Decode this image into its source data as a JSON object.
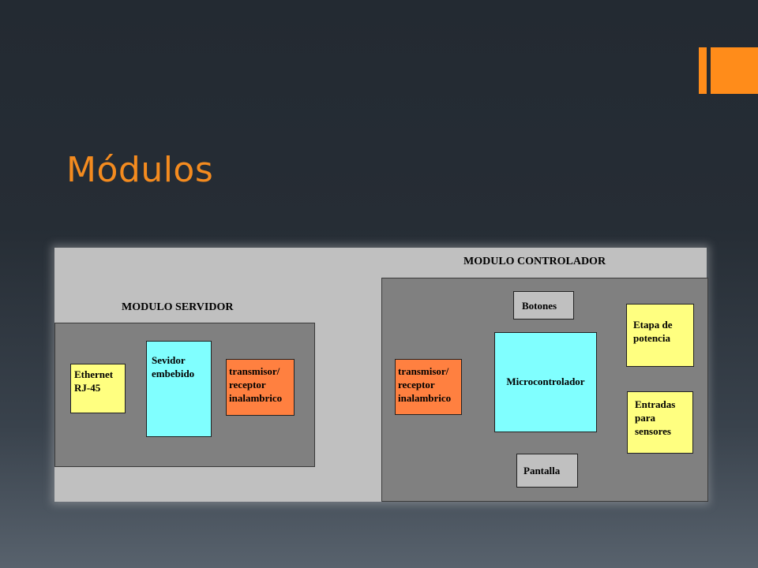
{
  "slide": {
    "title": "Módulos",
    "title_color": "#f48b1f",
    "accent_color": "#ff8c1a"
  },
  "diagram": {
    "servidor": {
      "label": "MODULO SERVIDOR",
      "blocks": {
        "ethernet": "Ethernet\nRJ-45",
        "sevidor": "Sevidor\nembebido",
        "transmisor": "transmisor/\nreceptor\ninalambrico"
      }
    },
    "controlador": {
      "label": "MODULO CONTROLADOR",
      "blocks": {
        "botones": "Botones",
        "microcontrolador": "Microcontrolador",
        "transmisor": "transmisor/\nreceptor\ninalambrico",
        "etapa": "Etapa de\npotencia",
        "entradas": "Entradas\npara\nsensores",
        "pantalla": "Pantalla"
      }
    },
    "colors": {
      "yellow": "#ffff80",
      "cyan": "#80ffff",
      "orange": "#ff8040",
      "grey_block": "#c0c0c0",
      "module_bg": "#808080"
    }
  }
}
